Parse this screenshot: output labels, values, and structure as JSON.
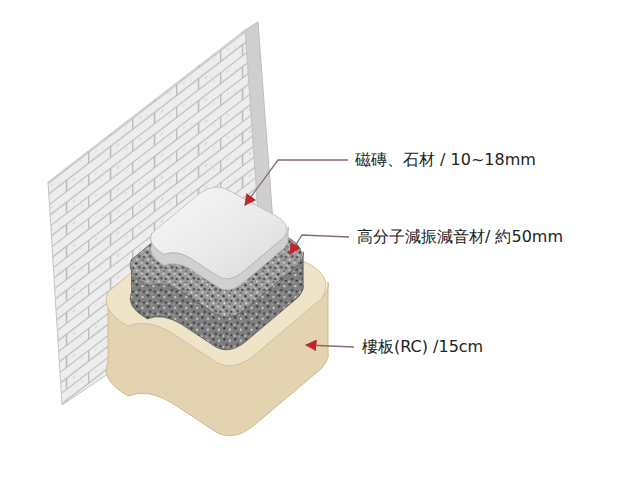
{
  "diagram": {
    "labels": [
      "磁磚、石材 / 10~18mm",
      "高分子減振減音材/ 約50mm",
      "樓板(RC) /15cm"
    ]
  }
}
